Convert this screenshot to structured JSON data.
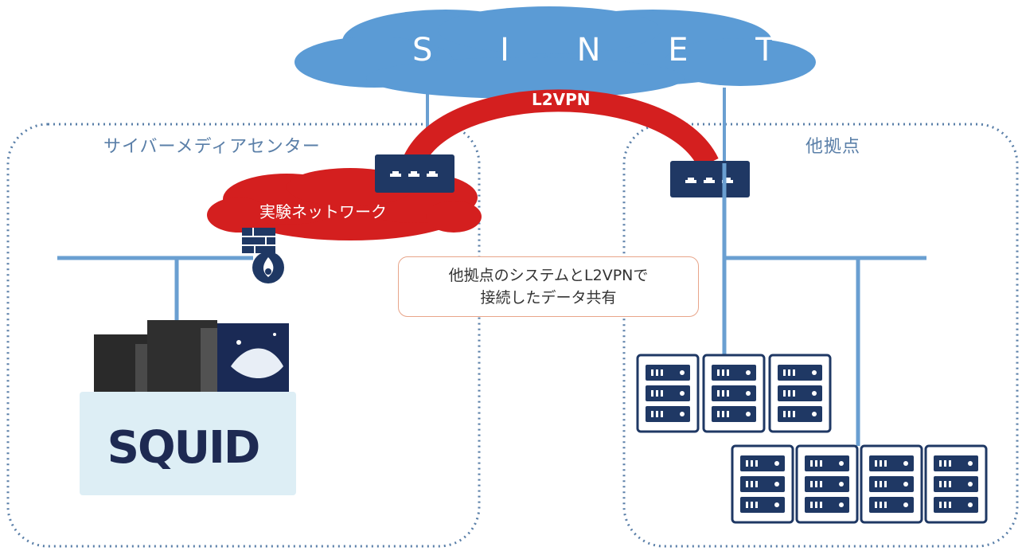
{
  "sinet": {
    "label": "S I N E T"
  },
  "l2vpn": {
    "label": "L2VPN"
  },
  "regions": {
    "cybermedia": {
      "label": "サイバーメディアセンター"
    },
    "other_site": {
      "label": "他拠点"
    }
  },
  "experimental_network": {
    "label": "実験ネットワーク"
  },
  "note": {
    "line1": "他拠点のシステムとL2VPNで",
    "line2": "接続したデータ共有"
  },
  "squid": {
    "logo_text": "SQUID"
  },
  "colors": {
    "cloud_blue": "#5b9bd5",
    "red": "#d41f1f",
    "navy": "#1f3864",
    "line_blue": "#6a9fd1",
    "dotted_border": "#5a7fa8",
    "note_border": "#e8a58a"
  },
  "icons": [
    "cloud-icon",
    "switch-icon",
    "firewall-icon",
    "server-rack-icon",
    "supercomputer-icon"
  ]
}
